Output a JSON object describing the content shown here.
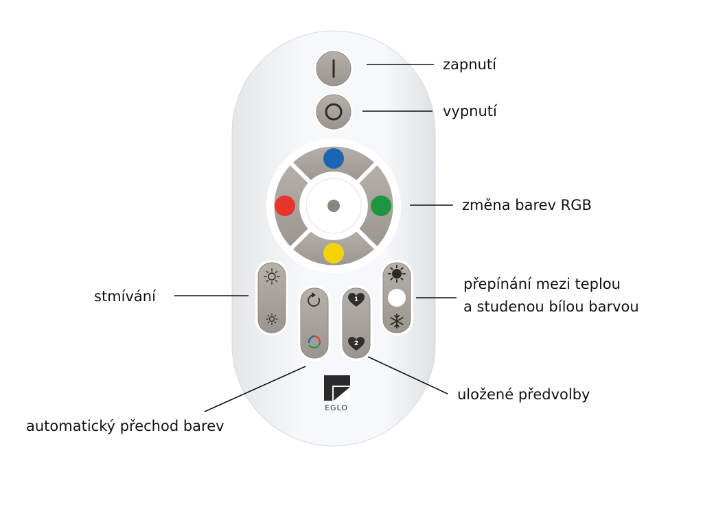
{
  "labels": {
    "power_on": "zapnutí",
    "power_off": "vypnutí",
    "rgb_change": "změna barev RGB",
    "dimming": "stmívání",
    "white_switch_line1": "přepínání mezi teplou",
    "white_switch_line2": "a studenou bílou barvou",
    "presets": "uložené předvolby",
    "auto_transition": "automatický přechod barev"
  },
  "remote": {
    "brand": "EGLO",
    "preset_1": "1",
    "preset_2": "2"
  },
  "colors": {
    "body": "#f3f4f6",
    "button": "#a8a29c",
    "button_dark": "#8f8983",
    "blue": "#1c64b4",
    "red": "#e8352b",
    "green": "#1e9640",
    "yellow": "#f5d20a",
    "white": "#ffffff"
  }
}
